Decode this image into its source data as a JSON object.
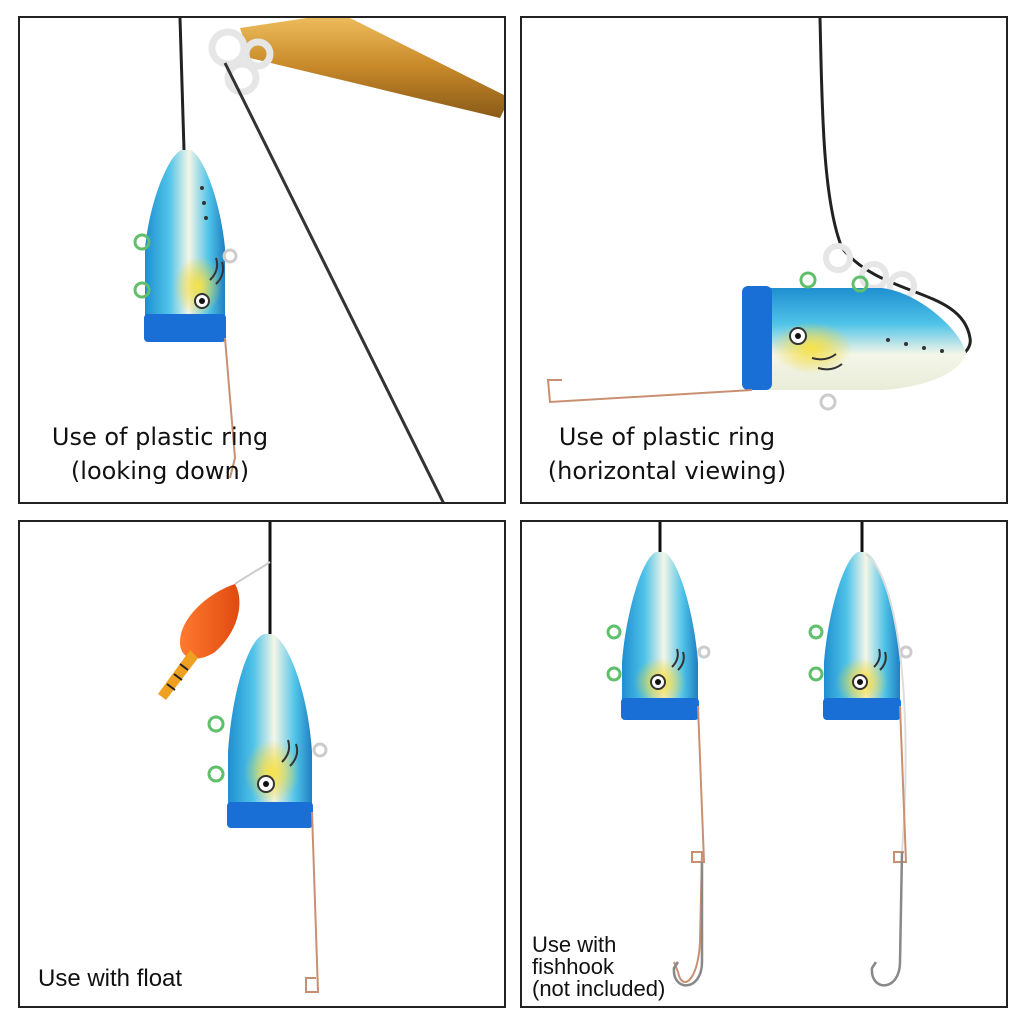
{
  "panels": [
    {
      "caption_line1": "Use of plastic ring",
      "caption_line2": "(looking down)"
    },
    {
      "caption_line1": "Use of plastic ring",
      "caption_line2": "(horizontal viewing)"
    },
    {
      "caption_line1": "Use with float"
    },
    {
      "caption_line1": "Use with",
      "caption_line2": "fishhook",
      "caption_line3": "(not included)"
    }
  ],
  "colors": {
    "body_blue": "#1f8fd1",
    "body_cyan": "#4fc3e8",
    "body_yellow": "#f2d21b",
    "base_blue": "#1a6fd6",
    "ring_green": "#5fbf6a",
    "float_orange": "#f05a1e",
    "rod_gold": "#c88a2a",
    "line_dark": "#2a2a2a",
    "wire_copper": "#c89070"
  }
}
